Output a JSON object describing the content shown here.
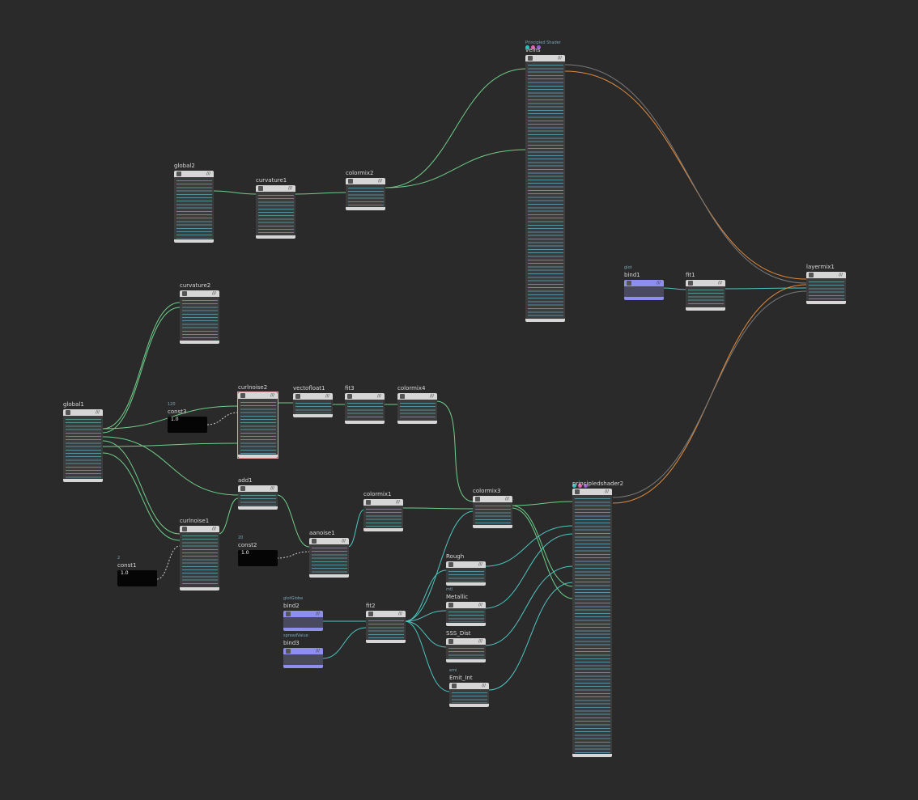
{
  "nodes": {
    "veins": {
      "title": "veins",
      "subtitle": "Principled Shader",
      "header_icons": [
        "teal-dot",
        "pink-dot",
        "purple-dot"
      ]
    },
    "global2": {
      "title": "global2"
    },
    "curvature1": {
      "title": "curvature1"
    },
    "colormix2": {
      "title": "colormix2"
    },
    "curvature2": {
      "title": "curvature2"
    },
    "global1": {
      "title": "global1"
    },
    "const3": {
      "title": "const3",
      "subtitle": "120",
      "value": "1.0"
    },
    "curlnoise2": {
      "title": "curlnoise2"
    },
    "vectofloat1": {
      "title": "vectofloat1"
    },
    "fit3": {
      "title": "fit3"
    },
    "colormix4": {
      "title": "colormix4"
    },
    "add1": {
      "title": "add1"
    },
    "colormix1": {
      "title": "colormix1"
    },
    "colormix3": {
      "title": "colormix3"
    },
    "const2": {
      "title": "const2",
      "subtitle": "20",
      "value": "1.0"
    },
    "aanoise1": {
      "title": "aanoise1"
    },
    "curlnoise1": {
      "title": "curlnoise1"
    },
    "const1": {
      "title": "const1",
      "subtitle": "2",
      "value": "1.0"
    },
    "bind1": {
      "title": "bind1",
      "subtitle": "glot"
    },
    "fit1": {
      "title": "fit1"
    },
    "layermix1": {
      "title": "layermix1"
    },
    "bind2": {
      "title": "bind2",
      "subtitle": "glotGlobe"
    },
    "bind3": {
      "title": "bind3",
      "subtitle": "spreadValue"
    },
    "fit2": {
      "title": "fit2"
    },
    "rough": {
      "title": "Rough"
    },
    "metallic": {
      "title": "Metallic",
      "subtitle": "mtl"
    },
    "sss_dist": {
      "title": "SSS_Dist"
    },
    "emit_int": {
      "title": "Emit_Int",
      "subtitle": "emi"
    },
    "principledshader2": {
      "title": "principledshader2"
    }
  },
  "colors": {
    "background": "#2a2a2a",
    "wire_green": "#6fcf8a",
    "wire_teal": "#4fc6c0",
    "wire_orange": "#e08a3c",
    "wire_gray": "#7a7a7a",
    "node_header": "#d6d6d6",
    "node_body": "#3c3c3c",
    "bind_header": "#8e8eee",
    "const_body": "#050505",
    "selected_outline": "#e8a0a0"
  }
}
